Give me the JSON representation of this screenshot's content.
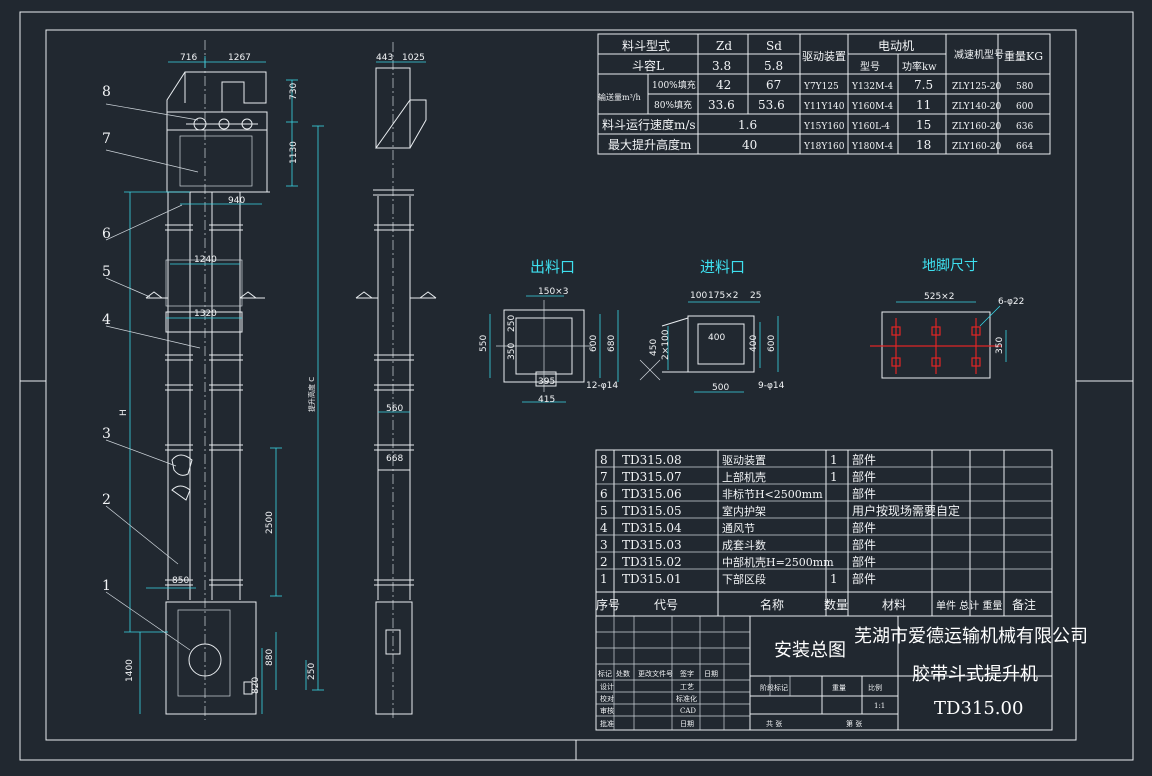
{
  "colors": {
    "background": "#212830",
    "line": "#e9edf0",
    "dimension": "#38d6e6",
    "center_line": "#e02525",
    "view_title": "#3ee0ef",
    "tag_text": "#e8e066"
  },
  "balloons": [
    "8",
    "7",
    "6",
    "5",
    "4",
    "3",
    "2",
    "1"
  ],
  "dims_front": {
    "d716": "716",
    "d1267": "1267",
    "d730": "730",
    "d1130": "1130",
    "d940": "940",
    "d1240": "1240",
    "d1320": "1320",
    "dH": "H",
    "d2500": "2500",
    "d850": "850",
    "d880": "880",
    "d820": "820",
    "d1400": "1400",
    "d250": "250",
    "dvert": "提升高度 C"
  },
  "dims_side": {
    "d443": "443",
    "d1025": "1025",
    "d560": "560",
    "d668": "668"
  },
  "views": {
    "outlet": "出料口",
    "inlet": "进料口",
    "foundation": "地脚尺寸"
  },
  "outlet_dims": {
    "top": "150×3",
    "left1": "550",
    "left2": "250",
    "left3": "350",
    "right1": "600",
    "right2": "680",
    "inner": "395",
    "bottom": "415",
    "holes": "12-φ14"
  },
  "inlet_dims": {
    "top1": "100",
    "top2": "175×2",
    "top3": "25",
    "left1": "450",
    "left2": "2×100",
    "inner": "400",
    "right1": "400",
    "right2": "600",
    "bottom": "500",
    "holes": "9-φ14"
  },
  "foundation_dims": {
    "top": "525×2",
    "holes": "6-φ22",
    "right": "350"
  },
  "spec_table": {
    "h_type": "料斗型式",
    "h_zd": "Zd",
    "h_sd": "Sd",
    "h_volume": "斗容L",
    "v_zd": "3.8",
    "v_sd": "5.8",
    "h_drive": "驱动装置",
    "h_motor": "电动机",
    "h_model": "型号",
    "h_power": "功率kw",
    "h_reducer": "减速机型号",
    "h_weight": "重量KG",
    "h_capacity": "输送量m³/h",
    "h_fill100": "100%填充",
    "h_fill80": "80%填充",
    "h_speed": "料斗运行速度m/s",
    "h_height": "最大提升高度m",
    "rows": [
      {
        "a": "42",
        "b": "67",
        "drive": "Y7Y125",
        "model": "Y132M-4",
        "power": "7.5",
        "reducer": "ZLY125-20",
        "weight": "580"
      },
      {
        "a": "33.6",
        "b": "53.6",
        "drive": "Y11Y140",
        "model": "Y160M-4",
        "power": "11",
        "reducer": "ZLY140-20",
        "weight": "600"
      },
      {
        "a": "1.6",
        "b": "",
        "drive": "Y15Y160",
        "model": "Y160L-4",
        "power": "15",
        "reducer": "ZLY160-20",
        "weight": "636"
      },
      {
        "a": "40",
        "b": "",
        "drive": "Y18Y160",
        "model": "Y180M-4",
        "power": "18",
        "reducer": "ZLY160-20",
        "weight": "664"
      }
    ]
  },
  "parts": [
    {
      "no": "8",
      "code": "TD315.08",
      "name": "驱动装置",
      "qty": "1",
      "mat": "部件",
      "note": ""
    },
    {
      "no": "7",
      "code": "TD315.07",
      "name": "上部机壳",
      "qty": "1",
      "mat": "部件",
      "note": ""
    },
    {
      "no": "6",
      "code": "TD315.06",
      "name": "非标节H<2500mm",
      "qty": "",
      "mat": "部件",
      "note": ""
    },
    {
      "no": "5",
      "code": "TD315.05",
      "name": "室内护架",
      "qty": "",
      "mat": "用户按现场需要自定",
      "note": ""
    },
    {
      "no": "4",
      "code": "TD315.04",
      "name": "通风节",
      "qty": "",
      "mat": "部件",
      "note": ""
    },
    {
      "no": "3",
      "code": "TD315.03",
      "name": "成套斗数",
      "qty": "",
      "mat": "部件",
      "note": ""
    },
    {
      "no": "2",
      "code": "TD315.02",
      "name": "中部机壳H=2500mm",
      "qty": "",
      "mat": "部件",
      "note": ""
    },
    {
      "no": "1",
      "code": "TD315.01",
      "name": "下部区段",
      "qty": "1",
      "mat": "部件",
      "note": ""
    }
  ],
  "parts_header": {
    "no": "序号",
    "code": "代号",
    "name": "名称",
    "qty": "数量",
    "mat": "材料",
    "wt": "单件 总计 重量",
    "note": "备注"
  },
  "title_block": {
    "drawing": "安装总图",
    "company": "芜湖市爱德运输机械有限公司",
    "product": "胶带斗式提升机",
    "code": "TD315.00",
    "l_mark": "标记",
    "l_count": "处数",
    "l_change": "更改文件号",
    "l_sign": "签字",
    "l_date": "日期",
    "l_design": "设计",
    "l_check": "校对",
    "l_audit": "审核",
    "l_craft": "工艺",
    "l_std": "标准化",
    "l_cad": "CAD",
    "l_approve": "批准",
    "l_date2": "日期",
    "l_stage": "阶段标记",
    "l_weight": "重量",
    "l_scale": "比例",
    "v_scale": "1:1",
    "l_total": "共 张",
    "l_sheet": "第 张"
  }
}
